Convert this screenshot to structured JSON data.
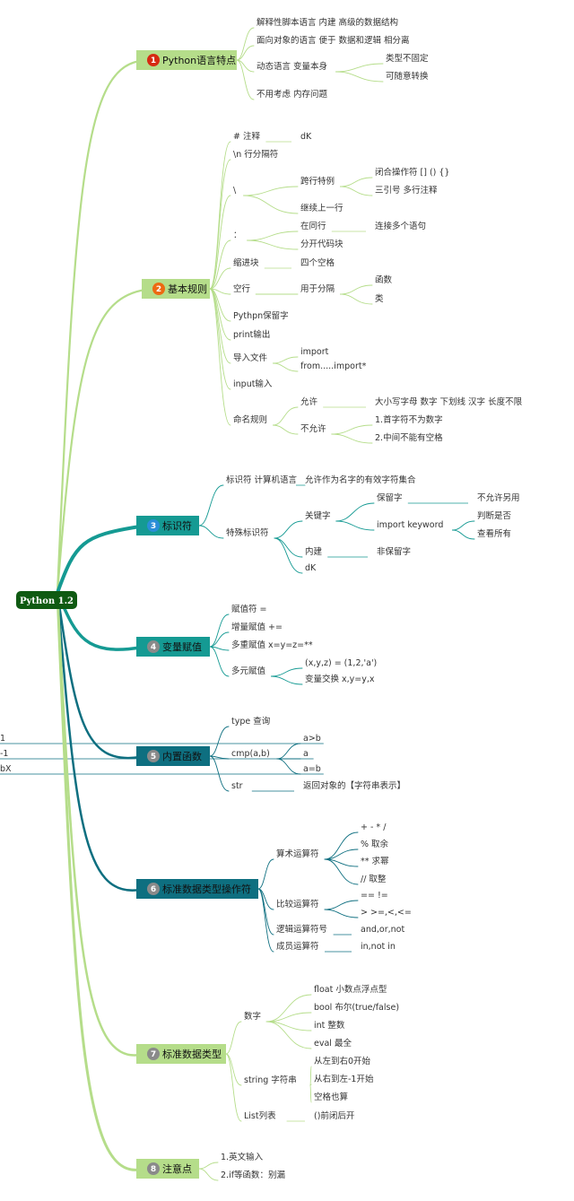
{
  "root": {
    "label": "Python 1.2"
  },
  "colors": {
    "root": "#0f5a12",
    "light_green": "#b5dd8a",
    "teal": "#159a93",
    "dark_teal": "#0e6f80"
  },
  "branches": [
    {
      "id": "b1",
      "number": "1",
      "label": "Python语言特点",
      "children": [
        {
          "text": "解释性脚本语言 内建 高级的数据结构"
        },
        {
          "text": "面向对象的语言 便于 数据和逻辑 相分离"
        },
        {
          "text": "动态语言 变量本身",
          "children": [
            {
              "text": "类型不固定"
            },
            {
              "text": "可随意转换"
            }
          ]
        },
        {
          "text": "不用考虑 内存问题"
        }
      ]
    },
    {
      "id": "b2",
      "number": "2",
      "label": "基本规则",
      "children": [
        {
          "text": "# 注释",
          "children": [
            {
              "text": "dK"
            }
          ]
        },
        {
          "text": "\\n 行分隔符"
        },
        {
          "text": "\\",
          "children": [
            {
              "text": "跨行特例",
              "children": [
                {
                  "text": "闭合操作符 [] () {}"
                },
                {
                  "text": "三引号 多行注释"
                }
              ]
            },
            {
              "text": "继续上一行"
            }
          ]
        },
        {
          "text": "：",
          "children": [
            {
              "text": "在同行",
              "children": [
                {
                  "text": "连接多个语句"
                }
              ]
            },
            {
              "text": "分开代码块"
            }
          ]
        },
        {
          "text": "缩进块",
          "children": [
            {
              "text": "四个空格"
            }
          ]
        },
        {
          "text": "空行",
          "children": [
            {
              "text": "用于分隔",
              "children": [
                {
                  "text": "函数"
                },
                {
                  "text": "类"
                }
              ]
            }
          ]
        },
        {
          "text": "Pythpn保留字"
        },
        {
          "text": "print输出"
        },
        {
          "text": "导入文件",
          "children": [
            {
              "text": "import"
            },
            {
              "text": "from.....import*"
            }
          ]
        },
        {
          "text": "input输入"
        },
        {
          "text": "命名规则",
          "children": [
            {
              "text": "允许",
              "children": [
                {
                  "text": "大小写字母 数字 下划线 汉字 长度不限"
                }
              ]
            },
            {
              "text": "不允许",
              "children": [
                {
                  "text": "1.首字符不为数字"
                },
                {
                  "text": "2.中间不能有空格"
                }
              ]
            }
          ]
        }
      ]
    },
    {
      "id": "b3",
      "number": "3",
      "label": "标识符",
      "children": [
        {
          "text": "标识符 计算机语言",
          "children": [
            {
              "text": "允许作为名字的有效字符集合"
            }
          ]
        },
        {
          "text": "特殊标识符",
          "children": [
            {
              "text": "关键字",
              "children": [
                {
                  "text": "保留字",
                  "children": [
                    {
                      "text": "不允许另用"
                    }
                  ]
                },
                {
                  "text": "import keyword",
                  "children": [
                    {
                      "text": "判断是否"
                    },
                    {
                      "text": "查看所有"
                    }
                  ]
                }
              ]
            },
            {
              "text": "内建",
              "children": [
                {
                  "text": "非保留字"
                }
              ]
            },
            {
              "text": "dK"
            }
          ]
        }
      ]
    },
    {
      "id": "b4",
      "number": "4",
      "label": "变量赋值",
      "children": [
        {
          "text": "赋值符 ="
        },
        {
          "text": "增量赋值 +="
        },
        {
          "text": "多重赋值 x=y=z=**"
        },
        {
          "text": "多元赋值",
          "children": [
            {
              "text": "(x,y,z) = (1,2,'a')"
            },
            {
              "text": "变量交换 x,y=y,x"
            }
          ]
        }
      ]
    },
    {
      "id": "b5",
      "number": "5",
      "label": "内置函数",
      "children": [
        {
          "text": "type 查询"
        },
        {
          "text": "cmp(a,b)",
          "children": [
            {
              "text": "a>b",
              "children": [
                {
                  "text": "1"
                }
              ]
            },
            {
              "text": "a",
              "children": [
                {
                  "text": "-1"
                }
              ]
            },
            {
              "text": "a=b",
              "children": [
                {
                  "text": "bX"
                }
              ]
            }
          ]
        },
        {
          "text": "str",
          "children": [
            {
              "text": "返回对象的【字符串表示】"
            }
          ]
        }
      ]
    },
    {
      "id": "b6",
      "number": "6",
      "label": "标准数据类型操作符",
      "children": [
        {
          "text": "算术运算符",
          "children": [
            {
              "text": "+ - * /"
            },
            {
              "text": "% 取余"
            },
            {
              "text": "** 求幂"
            },
            {
              "text": "// 取整"
            }
          ]
        },
        {
          "text": "比较运算符",
          "children": [
            {
              "text": "== !="
            },
            {
              "text": "> >=,<,<="
            }
          ]
        },
        {
          "text": "逻辑运算符号",
          "children": [
            {
              "text": "and,or,not"
            }
          ]
        },
        {
          "text": "成员运算符",
          "children": [
            {
              "text": "in,not in"
            }
          ]
        }
      ]
    },
    {
      "id": "b7",
      "number": "7",
      "label": "标准数据类型",
      "children": [
        {
          "text": "数字",
          "children": [
            {
              "text": "float 小数点浮点型"
            },
            {
              "text": "bool 布尔(true/false)"
            },
            {
              "text": "int 整数"
            },
            {
              "text": "eval 最全"
            }
          ]
        },
        {
          "text": "string 字符串",
          "children": [
            {
              "text": "从左到右0开始"
            },
            {
              "text": "从右到左-1开始"
            },
            {
              "text": "空格也算"
            }
          ]
        },
        {
          "text": "List列表",
          "children": [
            {
              "text": "()前闭后开"
            }
          ]
        }
      ]
    },
    {
      "id": "b8",
      "number": "8",
      "label": "注意点",
      "children": [
        {
          "text": "1.英文输入"
        },
        {
          "text": "2.if等函数：别漏"
        }
      ]
    }
  ]
}
